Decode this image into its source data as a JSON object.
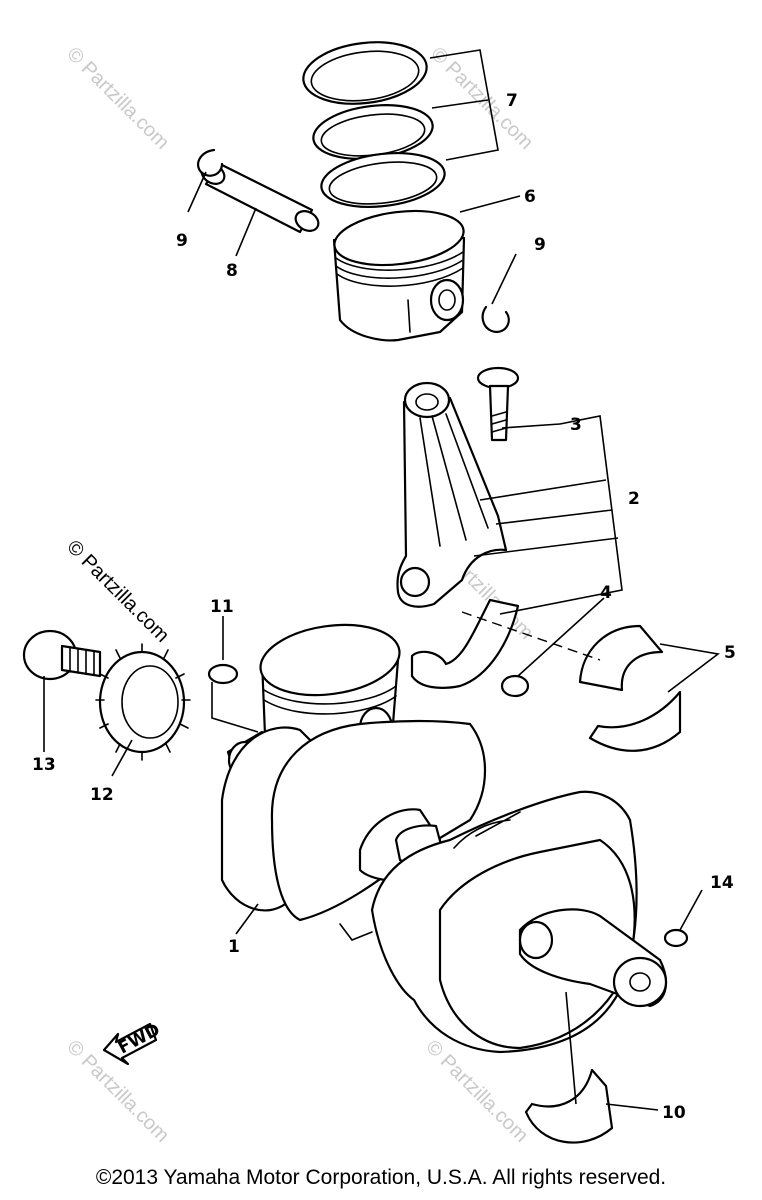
{
  "watermark": "© Partzilla.com",
  "callouts": [
    "1",
    "2",
    "3",
    "4",
    "5",
    "6",
    "7",
    "8",
    "9",
    "9",
    "10",
    "11",
    "12",
    "13",
    "14"
  ],
  "fwd_label": "FWD",
  "copyright": "©2013 Yamaha Motor Corporation, U.S.A. All rights reserved."
}
